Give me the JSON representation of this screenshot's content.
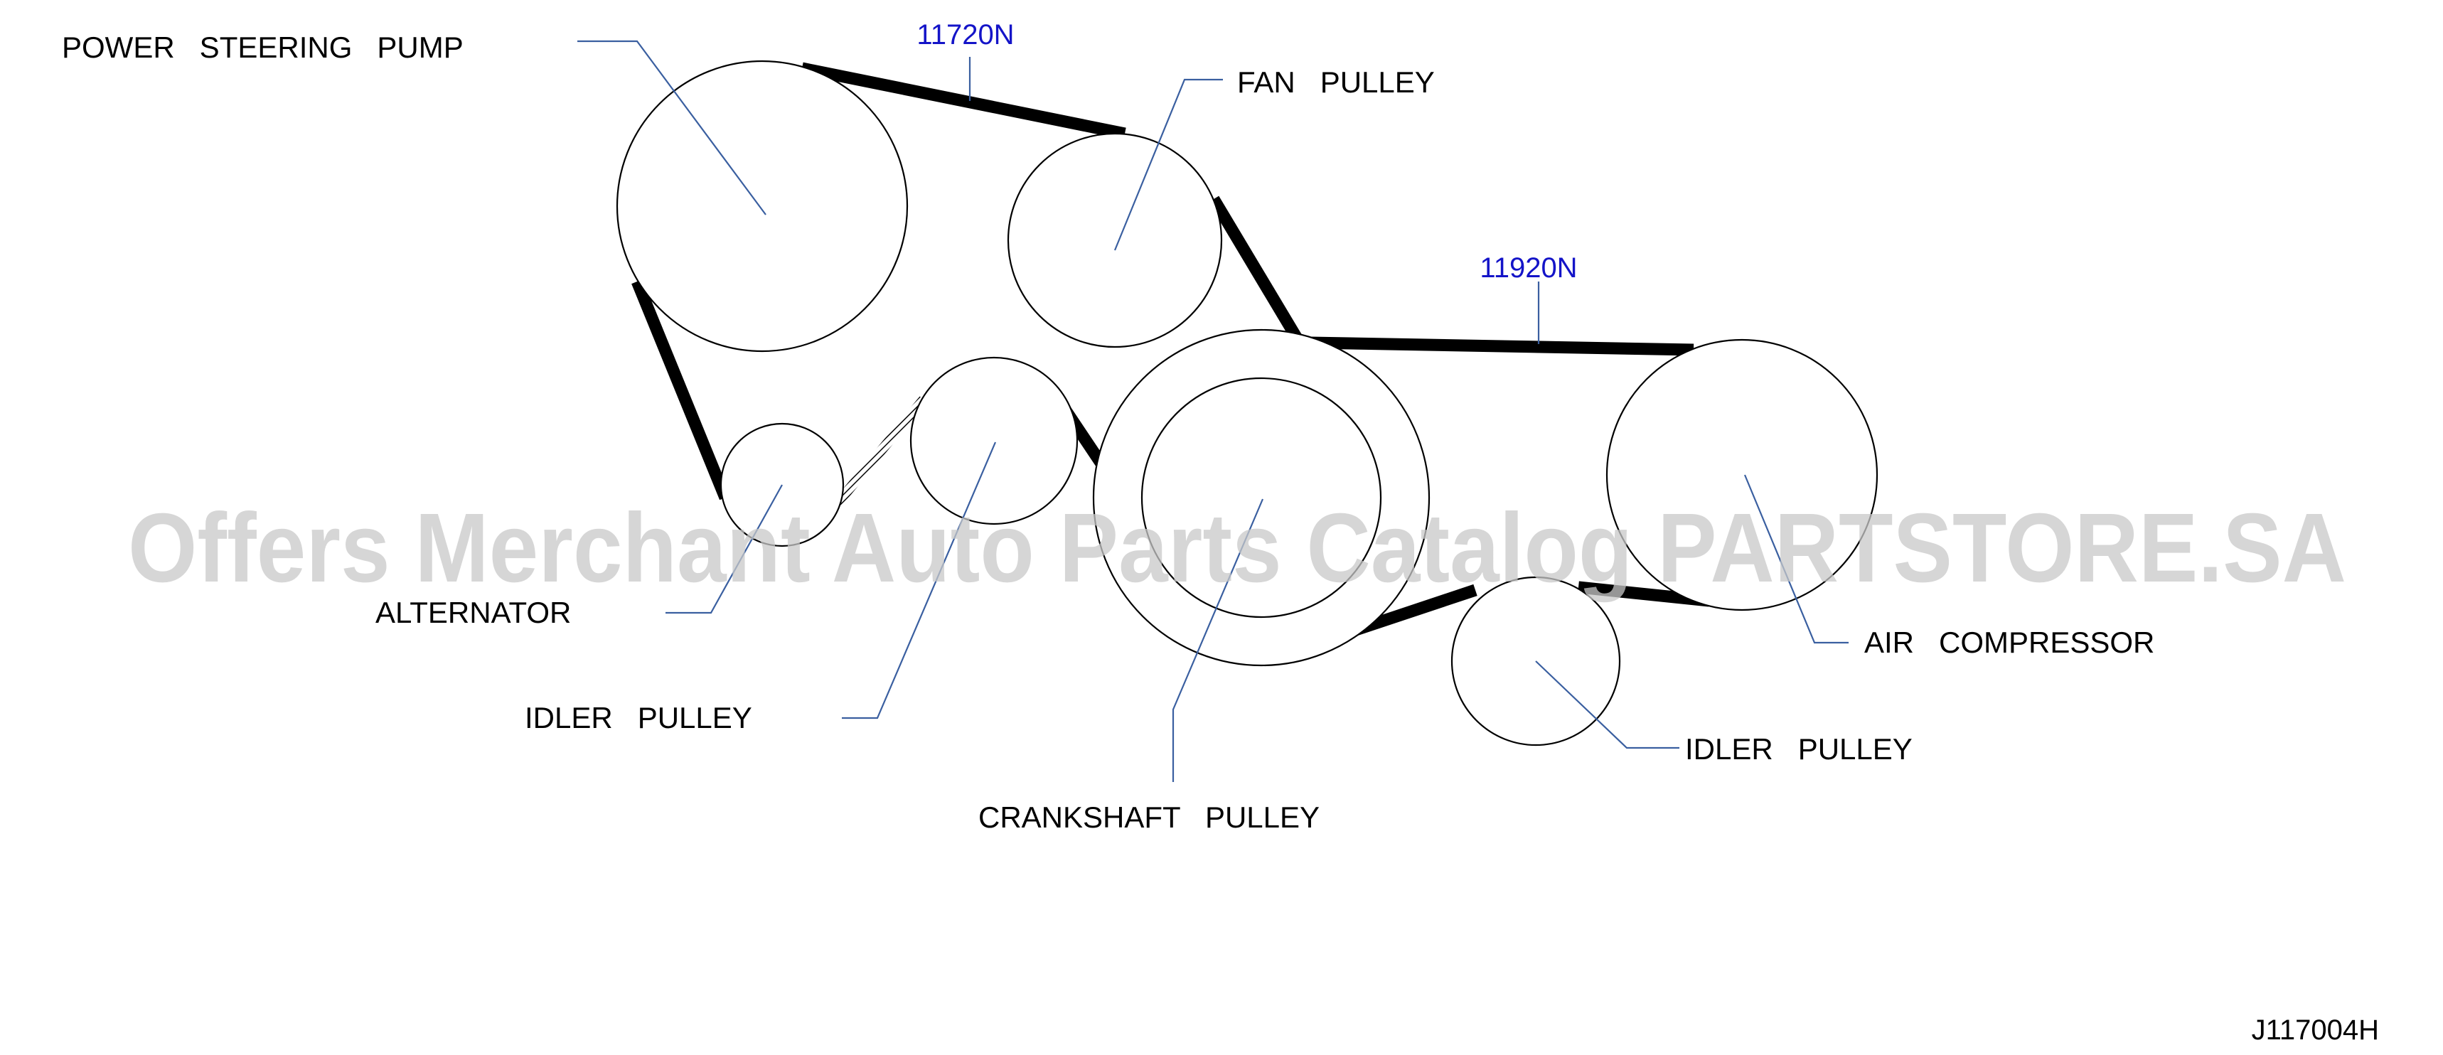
{
  "colors": {
    "leader_line": "#3a5fa0",
    "reference_text": "#1414c8",
    "belt": "#000000",
    "watermark": "#c8c8c8"
  },
  "belts": [
    {
      "part_number": "11720N"
    },
    {
      "part_number": "11920N"
    }
  ],
  "components": {
    "power_steering_pump": "POWER   STEERING   PUMP",
    "fan_pulley": "FAN   PULLEY",
    "alternator": "ALTERNATOR",
    "idler_pulley_upper": "IDLER   PULLEY",
    "crankshaft_pulley": "CRANKSHAFT   PULLEY",
    "idler_pulley_lower": "IDLER   PULLEY",
    "air_compressor": "AIR   COMPRESSOR"
  },
  "watermark": "Offers Merchant Auto Parts Catalog PARTSTORE.SA",
  "figure_code": "J117004H"
}
